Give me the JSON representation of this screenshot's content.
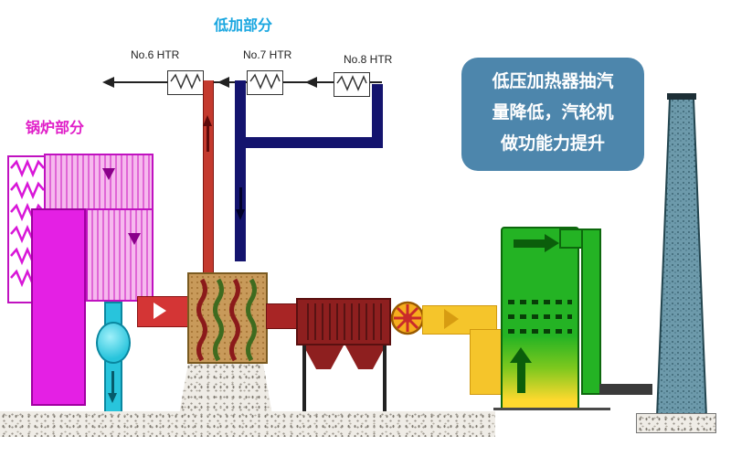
{
  "header": {
    "low_pressure_section_label": "低加部分",
    "boiler_section_label": "锅炉部分"
  },
  "heaters": [
    {
      "label": "No.6 HTR"
    },
    {
      "label": "No.7 HTR"
    },
    {
      "label": "No.8 HTR"
    }
  ],
  "annotation": {
    "lines": [
      "低压加热器抽汽",
      "量降低，汽轮机",
      "做功能力提升"
    ]
  },
  "colors": {
    "label_cyan": "#1ba7e0",
    "label_magenta": "#e01ec8",
    "steam_pipe_red": "#c43a2e",
    "condensate_pipe_navy": "#14146e",
    "annotation_bg": "#4d86ac",
    "boiler_magenta": "#e420e4",
    "preheater_tan": "#c89a5a",
    "esp_red": "#8e1f1f",
    "duct_yellow": "#f5c52b",
    "tower_green": "#24b324",
    "chimney_teal": "#6d9aab"
  }
}
